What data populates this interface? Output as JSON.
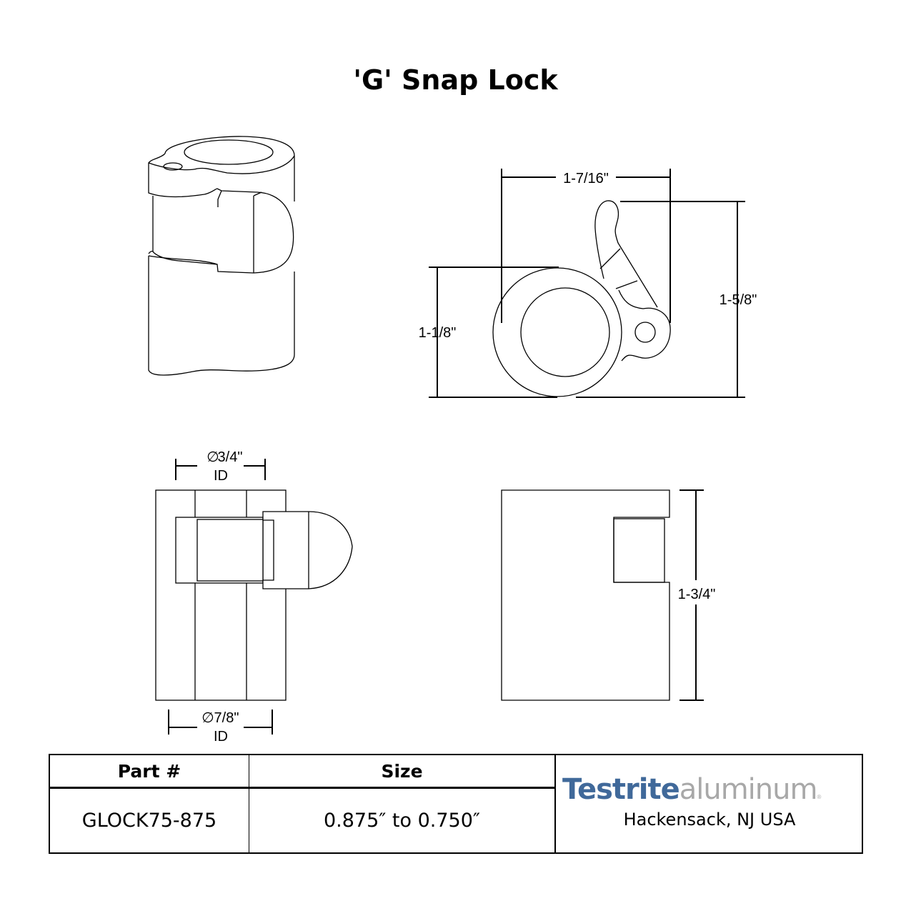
{
  "title": "'G' Snap Lock",
  "dimensions": {
    "width_top": "1-7/16\"",
    "height_overall": "1-5/8\"",
    "height_ring": "1-1/8\"",
    "id_small_value": "3/4\"",
    "id_small_label": "ID",
    "id_large_value": "7/8\"",
    "id_large_label": "ID",
    "length": "1-3/4\"",
    "diameter_symbol": "∅"
  },
  "table": {
    "headers": [
      "Part #",
      "Size"
    ],
    "rows": [
      [
        "GLOCK75-875",
        "0.875″ to 0.750″"
      ]
    ]
  },
  "brand": {
    "name_bold": "Testrite",
    "name_light": "aluminum",
    "registered": "®",
    "location": "Hackensack, NJ USA",
    "color_primary": "#40699a",
    "color_secondary": "#a8a8a8"
  }
}
